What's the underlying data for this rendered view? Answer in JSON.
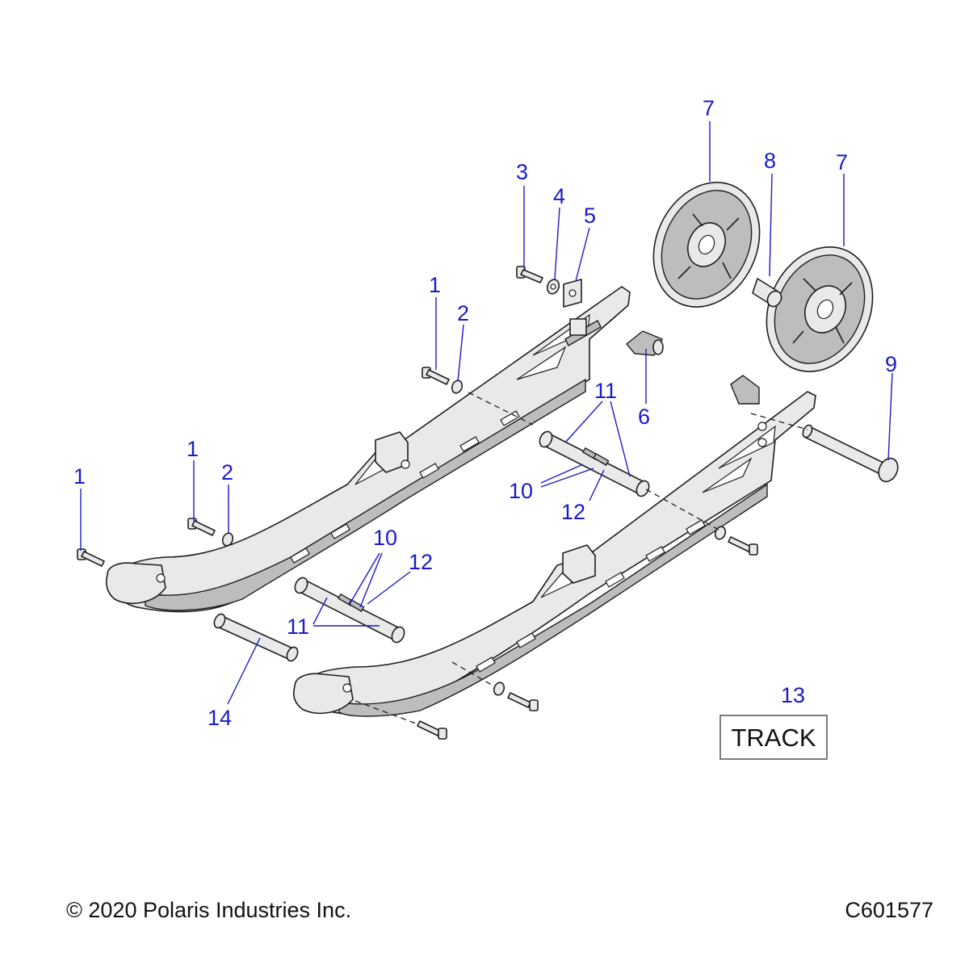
{
  "callouts": {
    "c1a": "1",
    "c1b": "1",
    "c1c": "1",
    "c2a": "2",
    "c2b": "2",
    "c3": "3",
    "c4": "4",
    "c5": "5",
    "c6": "6",
    "c7a": "7",
    "c7b": "7",
    "c8": "8",
    "c9": "9",
    "c10a": "10",
    "c10b": "10",
    "c11a": "11",
    "c11b": "11",
    "c12a": "12",
    "c12b": "12",
    "c13": "13",
    "c14": "14"
  },
  "track_box": {
    "label": "TRACK"
  },
  "footer": {
    "copyright": "© 2020 Polaris Industries Inc.",
    "diagram_id": "C601577"
  },
  "colors": {
    "callout": "#1a1acc",
    "part_fill": "#e9e9e9",
    "outline": "#1e1e1e"
  }
}
